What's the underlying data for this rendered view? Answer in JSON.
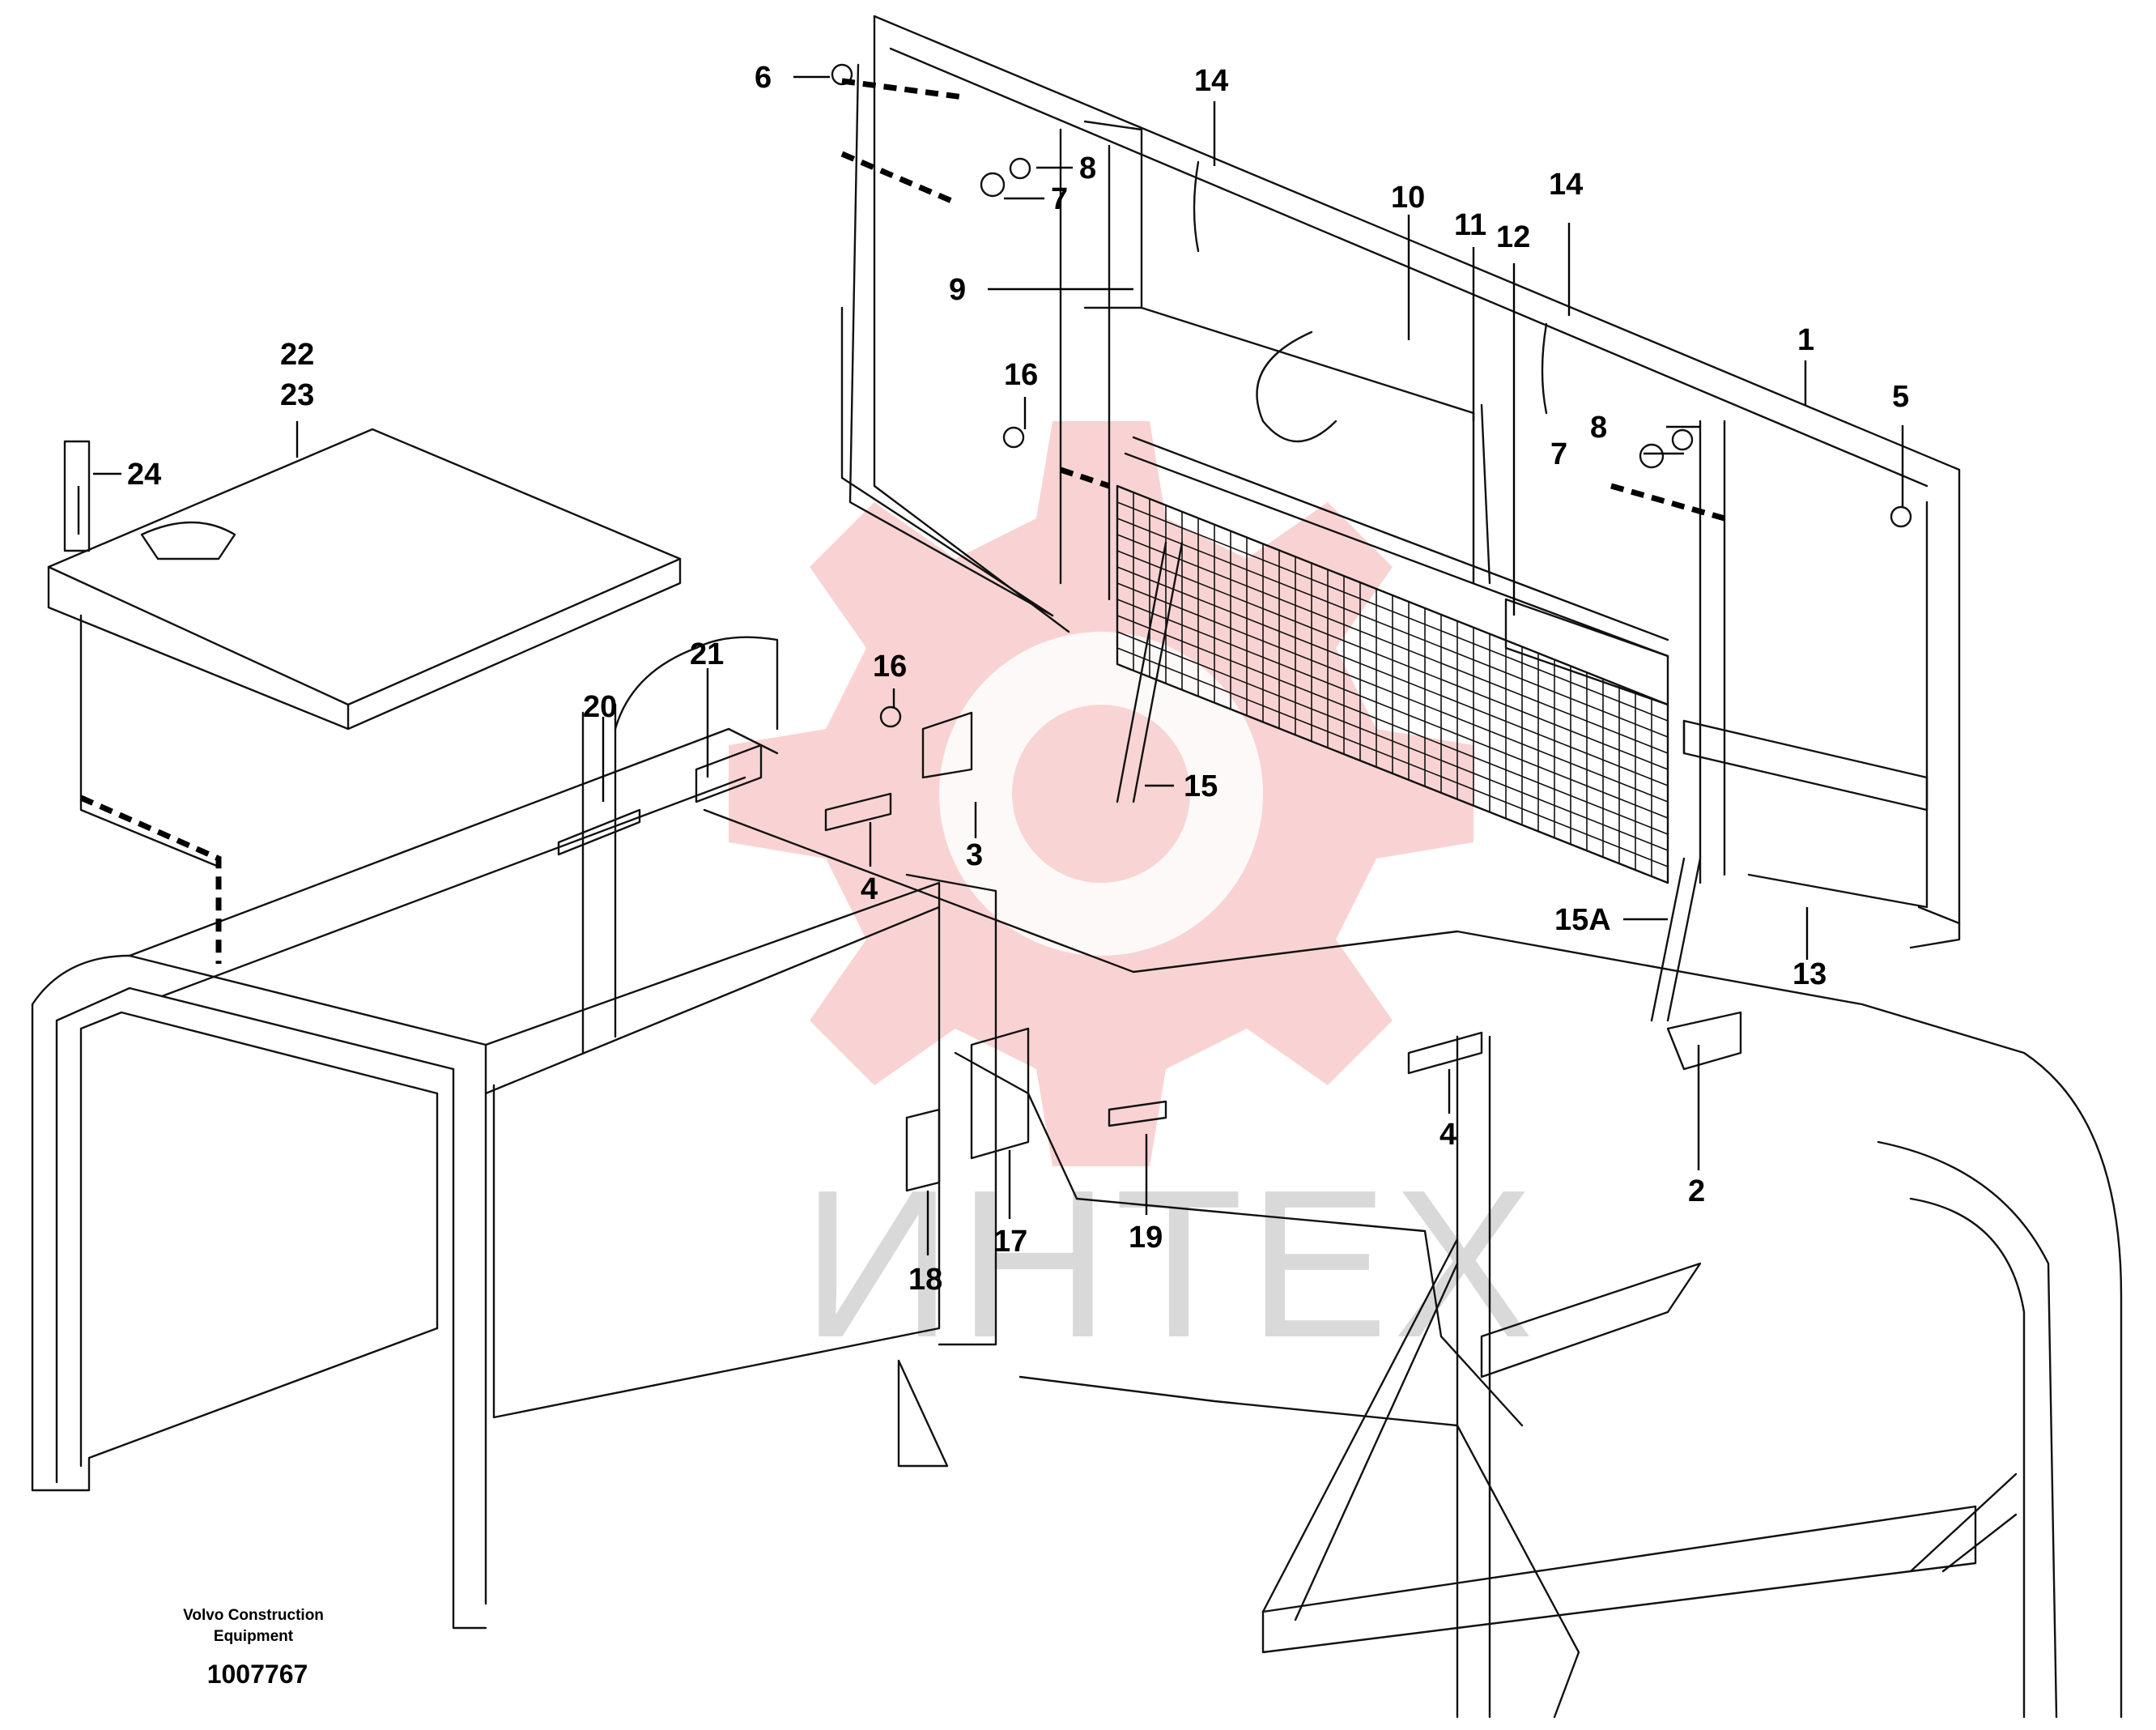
{
  "diagram": {
    "watermark": {
      "text": "ИНТЕХ",
      "color": "#f4b8b8"
    },
    "footer": {
      "publisher_line1": "Volvo Construction",
      "publisher_line2": "Equipment",
      "figure_number": "1007767"
    },
    "callouts": {
      "c1": "1",
      "c2": "2",
      "c3": "3",
      "c4a": "4",
      "c4b": "4",
      "c5": "5",
      "c6": "6",
      "c7a": "7",
      "c7b": "7",
      "c8a": "8",
      "c8b": "8",
      "c9": "9",
      "c10": "10",
      "c11": "11",
      "c12": "12",
      "c13": "13",
      "c14a": "14",
      "c14b": "14",
      "c15": "15",
      "c15a": "15A",
      "c16a": "16",
      "c16b": "16",
      "c17": "17",
      "c18": "18",
      "c19": "19",
      "c20": "20",
      "c21": "21",
      "c22": "22",
      "c23": "23",
      "c24": "24"
    }
  }
}
